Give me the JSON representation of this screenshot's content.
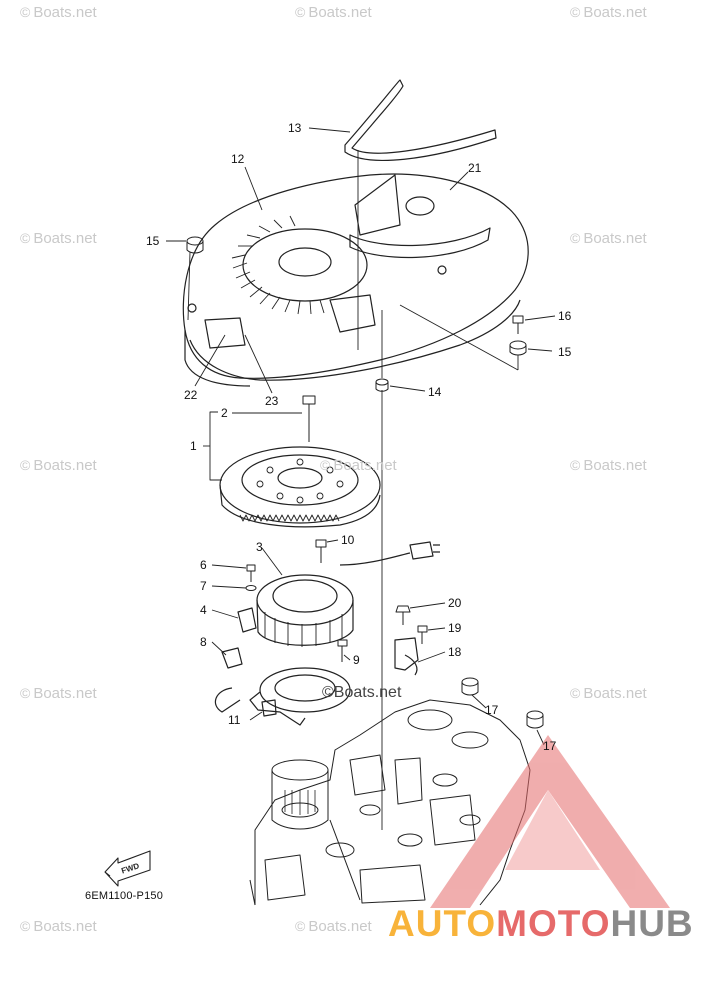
{
  "watermark": {
    "text": "Boats.net",
    "symbol": "©"
  },
  "diagram_code": "6EM1100-P150",
  "fwd_label": "FWD",
  "logo": {
    "part1": "AUTO",
    "part2": "MOTO",
    "part3": "HUB"
  },
  "callouts": [
    {
      "id": "c1",
      "label": "1"
    },
    {
      "id": "c2",
      "label": "2"
    },
    {
      "id": "c3",
      "label": "3"
    },
    {
      "id": "c4",
      "label": "4"
    },
    {
      "id": "c6",
      "label": "6"
    },
    {
      "id": "c7",
      "label": "7"
    },
    {
      "id": "c8",
      "label": "8"
    },
    {
      "id": "c9",
      "label": "9"
    },
    {
      "id": "c10",
      "label": "10"
    },
    {
      "id": "c11",
      "label": "11"
    },
    {
      "id": "c12",
      "label": "12"
    },
    {
      "id": "c13",
      "label": "13"
    },
    {
      "id": "c14",
      "label": "14"
    },
    {
      "id": "c15a",
      "label": "15"
    },
    {
      "id": "c15b",
      "label": "15"
    },
    {
      "id": "c16",
      "label": "16"
    },
    {
      "id": "c17a",
      "label": "17"
    },
    {
      "id": "c17b",
      "label": "17"
    },
    {
      "id": "c18",
      "label": "18"
    },
    {
      "id": "c19",
      "label": "19"
    },
    {
      "id": "c20",
      "label": "20"
    },
    {
      "id": "c21",
      "label": "21"
    },
    {
      "id": "c22",
      "label": "22"
    },
    {
      "id": "c23",
      "label": "23"
    }
  ],
  "colors": {
    "line": "#222222",
    "watermark": "#c9c9c9",
    "logo_orange": "#f8b33a",
    "logo_red": "#e66a6a",
    "logo_gray": "#8a8a8a"
  }
}
